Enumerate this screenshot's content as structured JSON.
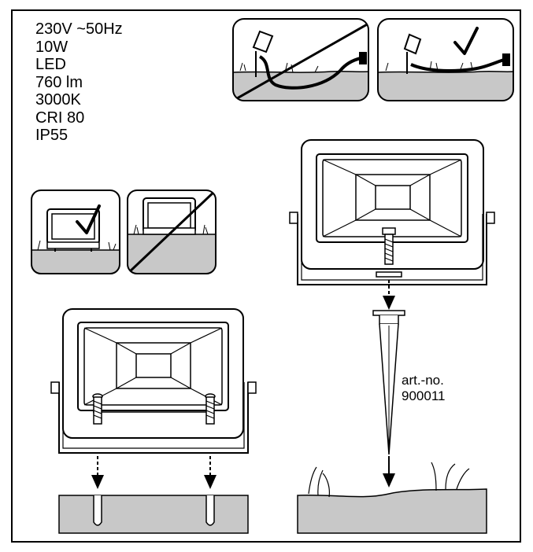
{
  "specs": [
    "230V ~50Hz",
    "10W",
    "LED",
    "760 lm",
    "3000K",
    "CRI 80",
    "IP55"
  ],
  "article": {
    "label": "art.-no.",
    "number": "900011"
  },
  "colors": {
    "ground": "#c8c8c8",
    "line": "#000000",
    "paper": "#ffffff"
  },
  "icons": {
    "cable_wrong": "crossed-out-cable-on-ground-icon",
    "cable_right": "checkmark-cable-buried-icon",
    "light_right": "checkmark-raised-floodlight-icon",
    "light_wrong": "crossed-out-floodlight-on-ground-icon"
  }
}
